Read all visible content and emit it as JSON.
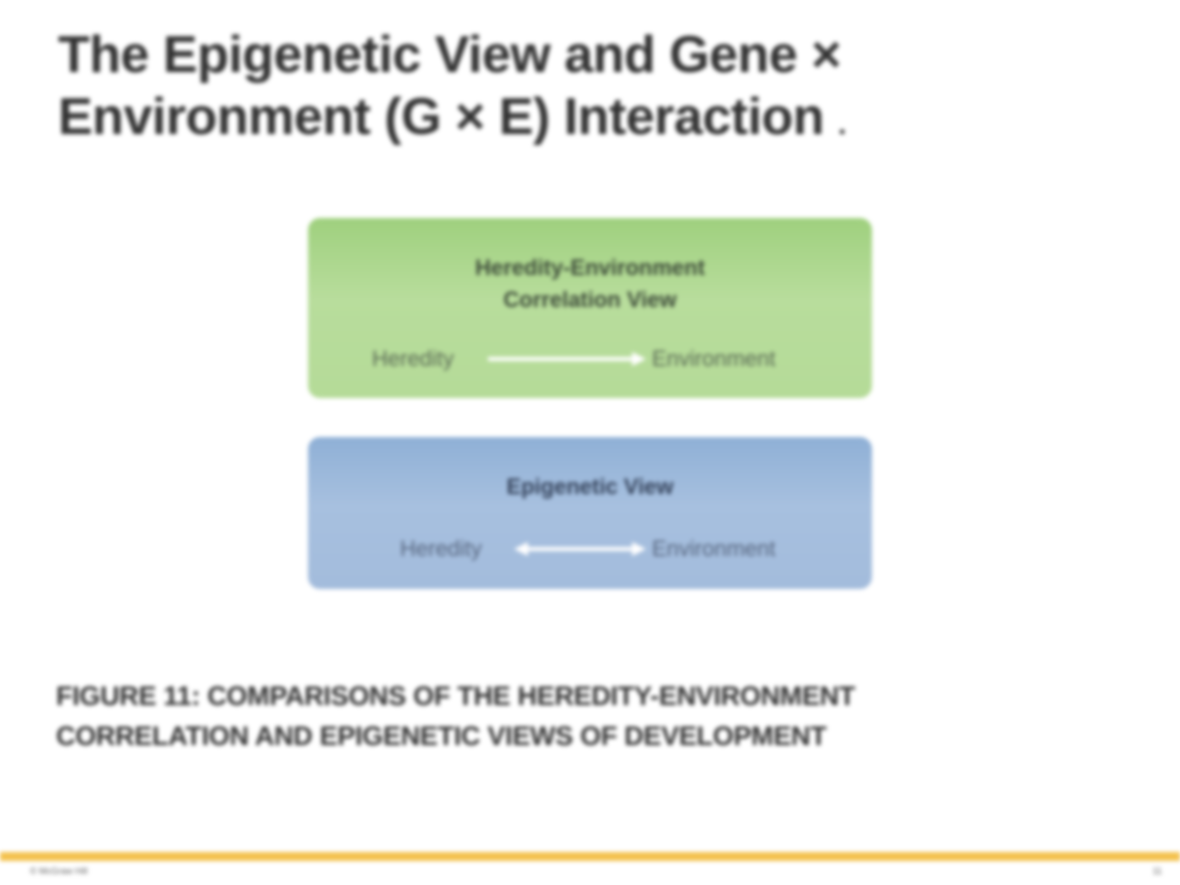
{
  "slide": {
    "title_line1": "The Epigenetic View and Gene ×",
    "title_line2": "Environment (G × E) Interaction",
    "title_trailing": "."
  },
  "diagram": {
    "correlation_view": {
      "heading_line1": "Heredity-Environment",
      "heading_line2": "Correlation View",
      "left_label": "Heredity",
      "right_label": "Environment",
      "arrow": "one-way-right",
      "color": "#b5db98"
    },
    "epigenetic_view": {
      "heading": "Epigenetic View",
      "left_label": "Heredity",
      "right_label": "Environment",
      "arrow": "two-way",
      "color": "#a3bcdc"
    }
  },
  "caption": {
    "line1": "FIGURE 11: COMPARISONS OF THE HEREDITY-ENVIRONMENT",
    "line2": "CORRELATION AND EPIGENETIC VIEWS OF DEVELOPMENT"
  },
  "footer": {
    "left_text": "© McGraw Hill",
    "right_text": "11",
    "accent_color": "#f4c24f"
  }
}
